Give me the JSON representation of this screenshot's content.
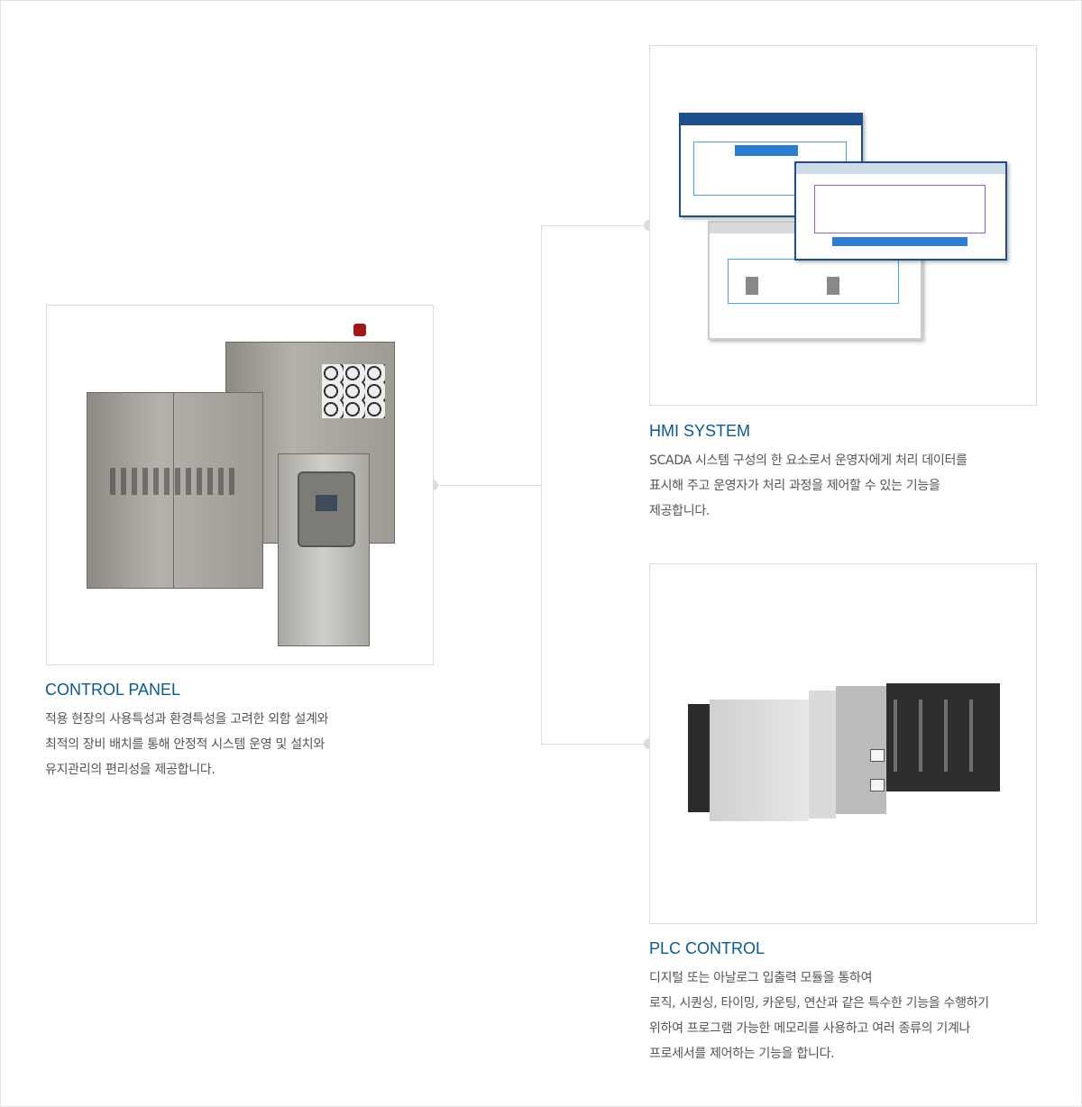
{
  "sections": [
    {
      "title": "CONTROL PANEL",
      "lines": [
        "적용 현장의 사용특성과 환경특성을 고려한 외함 설계와",
        "최적의 장비 배치를 통해 안정적 시스템 운영 및 설치와",
        "유지관리의 편리성을 제공합니다."
      ]
    },
    {
      "title": "HMI SYSTEM",
      "lines": [
        "SCADA 시스템 구성의 한 요소로서 운영자에게 처리 데이터를",
        "표시해 주고 운영자가 처리 과정을 제어할 수 있는 기능을",
        "제공합니다."
      ]
    },
    {
      "title": "PLC CONTROL",
      "lines": [
        "디지털 또는 아날로그 입출력 모듈을 통하여",
        "로직, 시퀀싱, 타이밍, 카운팅, 연산과 같은 특수한 기능을 수행하기",
        "위하여 프로그램 가능한 메모리를 사용하고 여러 종류의 기계나",
        "프로세서를 제어하는 기능을 합니다."
      ]
    }
  ],
  "colors": {
    "title": "#0b5a8c",
    "text": "#555555",
    "border": "#dcdcdc"
  }
}
